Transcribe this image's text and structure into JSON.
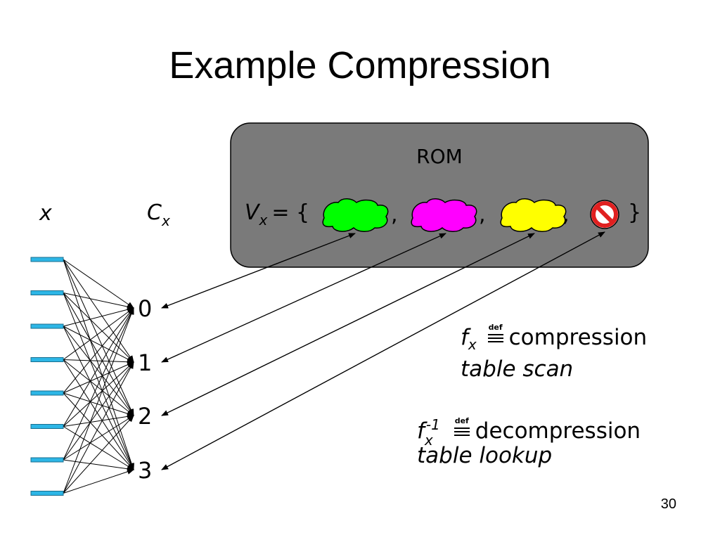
{
  "slide": {
    "title": "Example Compression",
    "page_number": "30"
  },
  "rom": {
    "label": "ROM",
    "set_var": "V",
    "set_sub": "x",
    "set_open": "= {",
    "separator": ",",
    "set_close": "}",
    "blob_colors": [
      "#00ff00",
      "#ff00ff",
      "#ffff00"
    ],
    "end_marker_icon": "no-symbol-icon",
    "box_color": "#7a7a7a"
  },
  "labels": {
    "x": "x",
    "c": "C",
    "c_sub": "x"
  },
  "codes": [
    "0",
    "1",
    "2",
    "3"
  ],
  "inputs": {
    "count": 8,
    "color": "#2db6e6"
  },
  "compression": {
    "f": "f",
    "sub": "x",
    "def_mark": "def",
    "word": "compression",
    "method": "table scan"
  },
  "decompression": {
    "f": "f",
    "sub": "x",
    "sup": "-1",
    "def_mark": "def",
    "word": "decompression",
    "method": "table lookup"
  }
}
